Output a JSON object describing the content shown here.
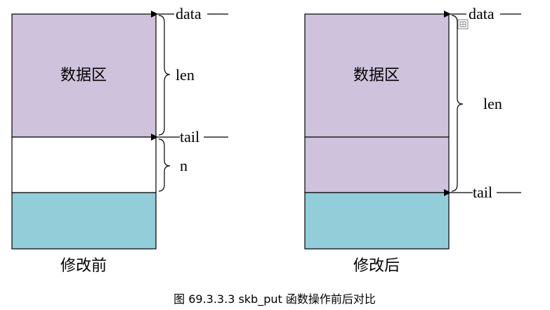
{
  "colors": {
    "data_region": "#cfc2dc",
    "headroom": "#ffffff",
    "tailroom": "#92cdd9",
    "outline": "#000000"
  },
  "before": {
    "region_label": "数据区",
    "pointer_data": "data",
    "pointer_tail": "tail",
    "span_len": "len",
    "span_n": "n",
    "caption": "修改前"
  },
  "after": {
    "region_label": "数据区",
    "pointer_data": "data",
    "pointer_tail": "tail",
    "span_len": "len",
    "caption": "修改后"
  },
  "figure_caption": "图 69.3.3.3 skb_put 函数操作前后对比"
}
